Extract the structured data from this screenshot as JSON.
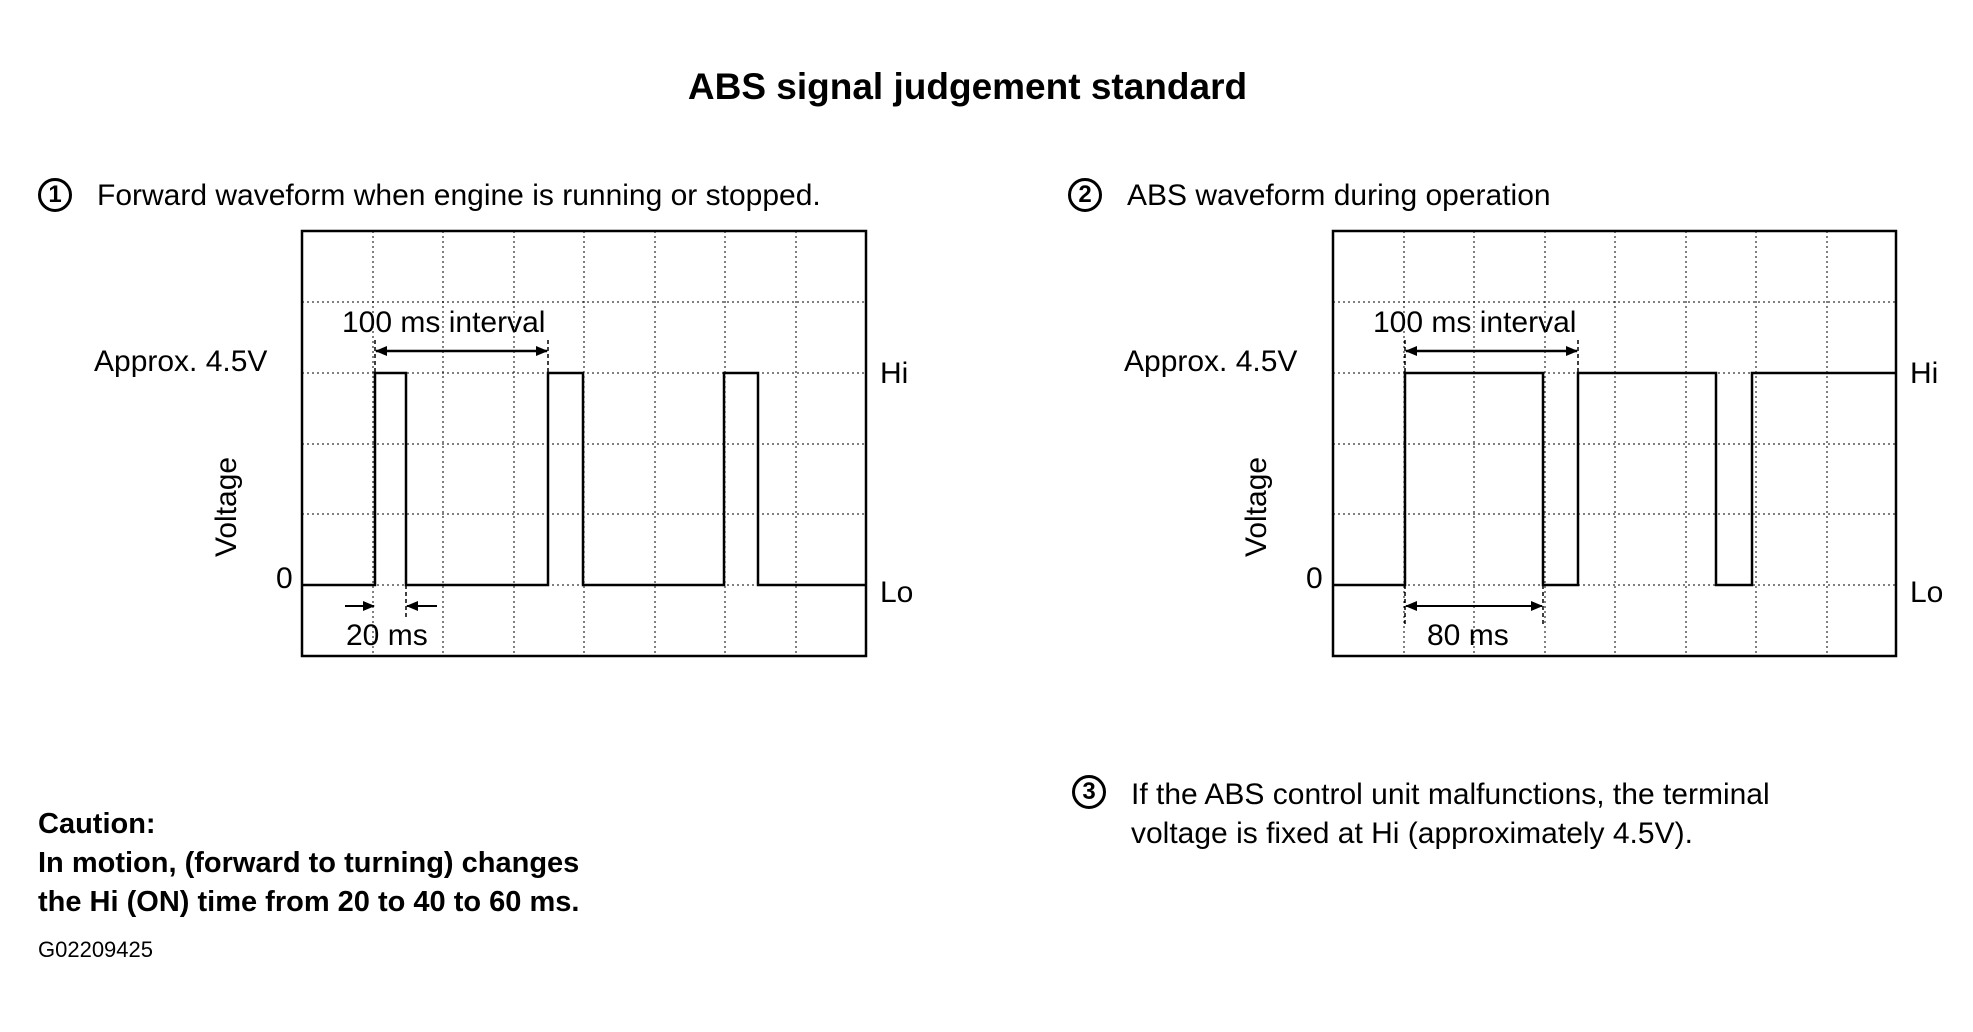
{
  "title": "ABS signal judgement standard",
  "panel1": {
    "number": "1",
    "heading": "Forward waveform when engine is running or stopped.",
    "voltage_label": "Approx. 4.5V",
    "zero_label": "0",
    "y_axis_label": "Voltage",
    "hi_label": "Hi",
    "lo_label": "Lo",
    "interval_label": "100 ms interval",
    "pulse_label": "20 ms"
  },
  "panel2": {
    "number": "2",
    "heading": "ABS waveform during operation",
    "voltage_label": "Approx. 4.5V",
    "zero_label": "0",
    "y_axis_label": "Voltage",
    "hi_label": "Hi",
    "lo_label": "Lo",
    "interval_label": "100 ms interval",
    "pulse_label": "80 ms"
  },
  "note3": {
    "number": "3",
    "line1": "If the ABS control unit malfunctions, the terminal",
    "line2": "voltage is fixed at Hi (approximately 4.5V)."
  },
  "caution": {
    "heading": "Caution:",
    "line1": "In motion, (forward to turning) changes",
    "line2": "the Hi (ON) time from 20 to 40 to 60 ms."
  },
  "figure_id": "G02209425"
}
